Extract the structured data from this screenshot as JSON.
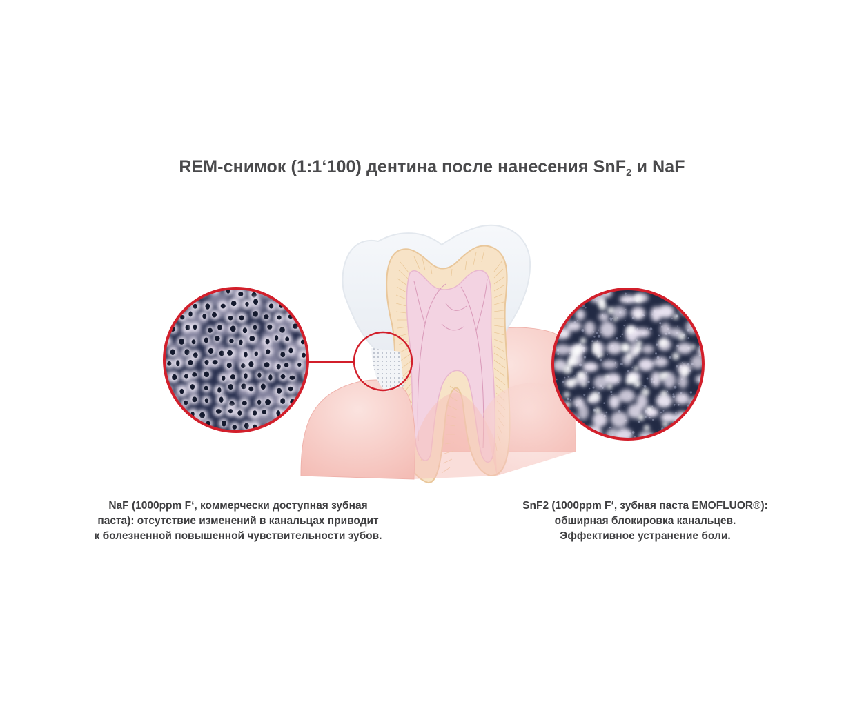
{
  "title": {
    "text": "REM-снимок (1:1‘100) дентина после нанесения SnF",
    "sub": "2",
    "tail": " и NaF"
  },
  "colors": {
    "accent": "#d21f2b",
    "gum": "#f6c9c4",
    "dentin": "#f7e3c7",
    "pulp": "#f3d3e2",
    "enamel": "#eef1f5",
    "micro_dark": "#232b45",
    "micro_light": "#eae4f2"
  },
  "captions": {
    "left": [
      "NaF (1000ppm F‘, коммерчески доступная зубная",
      "паста): отсутствие изменений в канальцах приводит",
      "к болезненной повышенной чувствительности зубов."
    ],
    "right": [
      "SnF2 (1000ppm F‘, зубная паста EMOFLUOR®):",
      "обширная блокировка канальцев.",
      "Эффективное устранение боли."
    ]
  }
}
